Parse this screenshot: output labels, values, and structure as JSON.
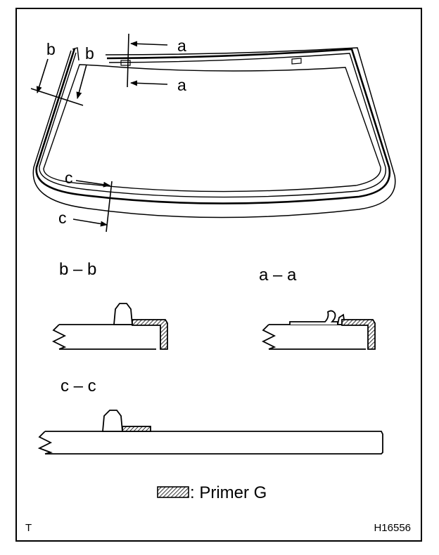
{
  "labels": {
    "a": "a",
    "b": "b",
    "c": "c"
  },
  "sections": {
    "bb": "b – b",
    "aa": "a – a",
    "cc": "c – c"
  },
  "legend": {
    "text": ":  Primer G",
    "pattern": "diagonal-hatch"
  },
  "corner": {
    "left": "T",
    "right": "H16556"
  },
  "colors": {
    "ink": "#000000",
    "paper": "#ffffff"
  }
}
